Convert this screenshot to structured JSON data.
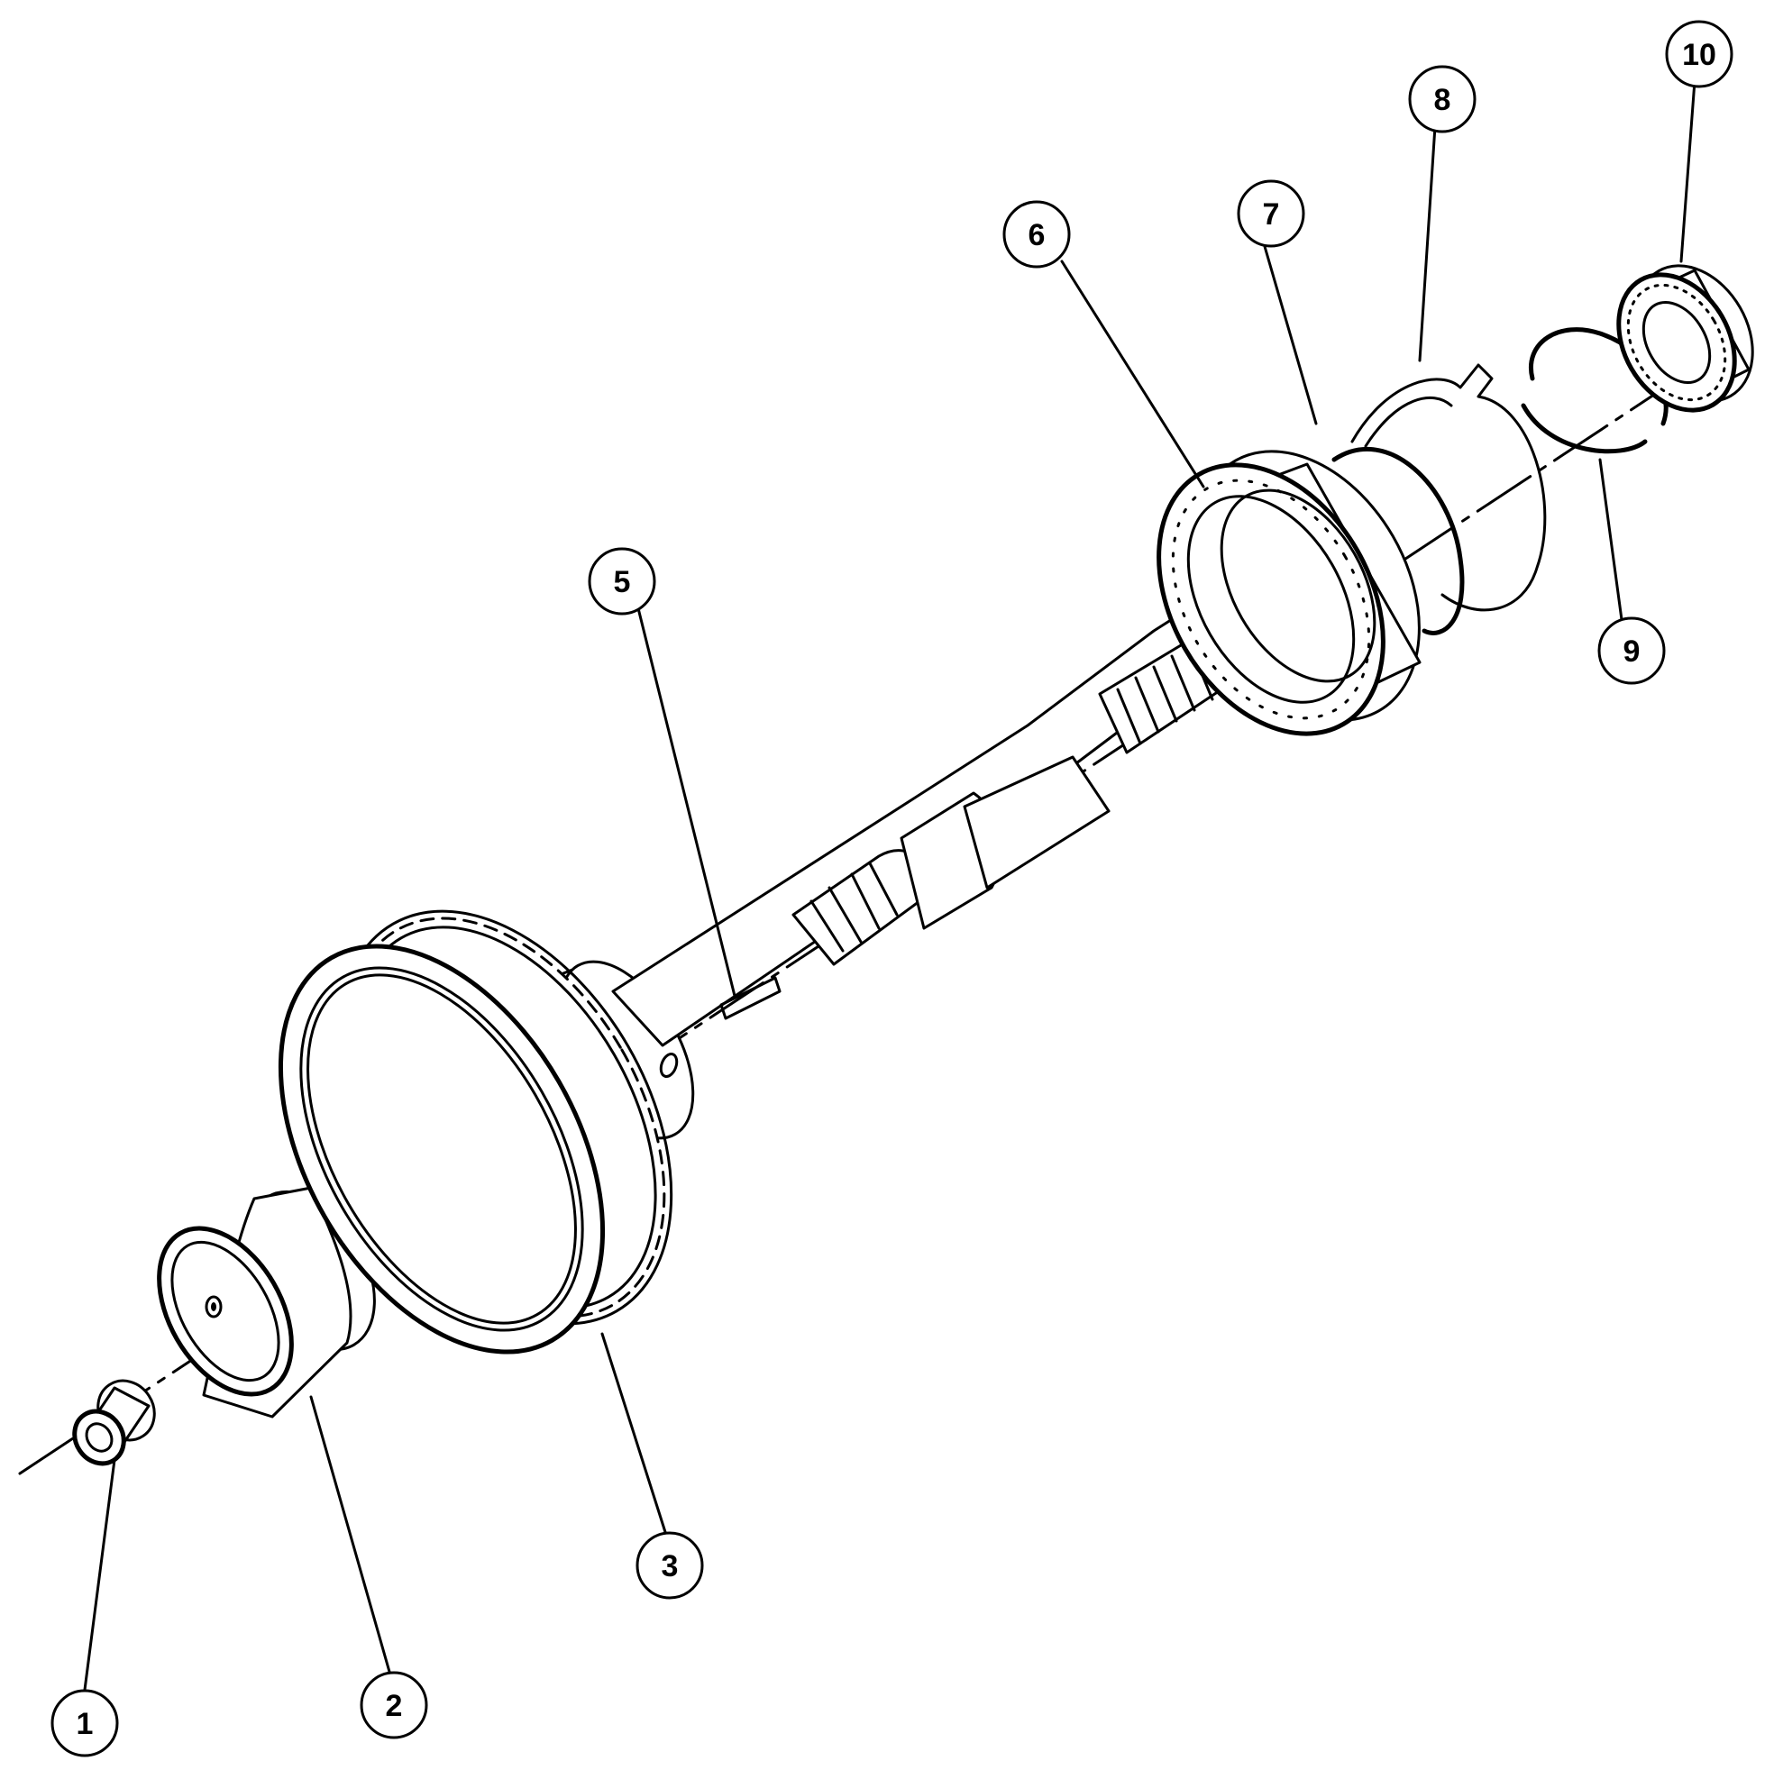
{
  "callouts": [
    {
      "id": "1",
      "label": "1"
    },
    {
      "id": "2",
      "label": "2"
    },
    {
      "id": "3",
      "label": "3"
    },
    {
      "id": "5",
      "label": "5"
    },
    {
      "id": "6",
      "label": "6"
    },
    {
      "id": "7",
      "label": "7"
    },
    {
      "id": "8",
      "label": "8"
    },
    {
      "id": "9",
      "label": "9"
    },
    {
      "id": "10",
      "label": "10"
    }
  ]
}
